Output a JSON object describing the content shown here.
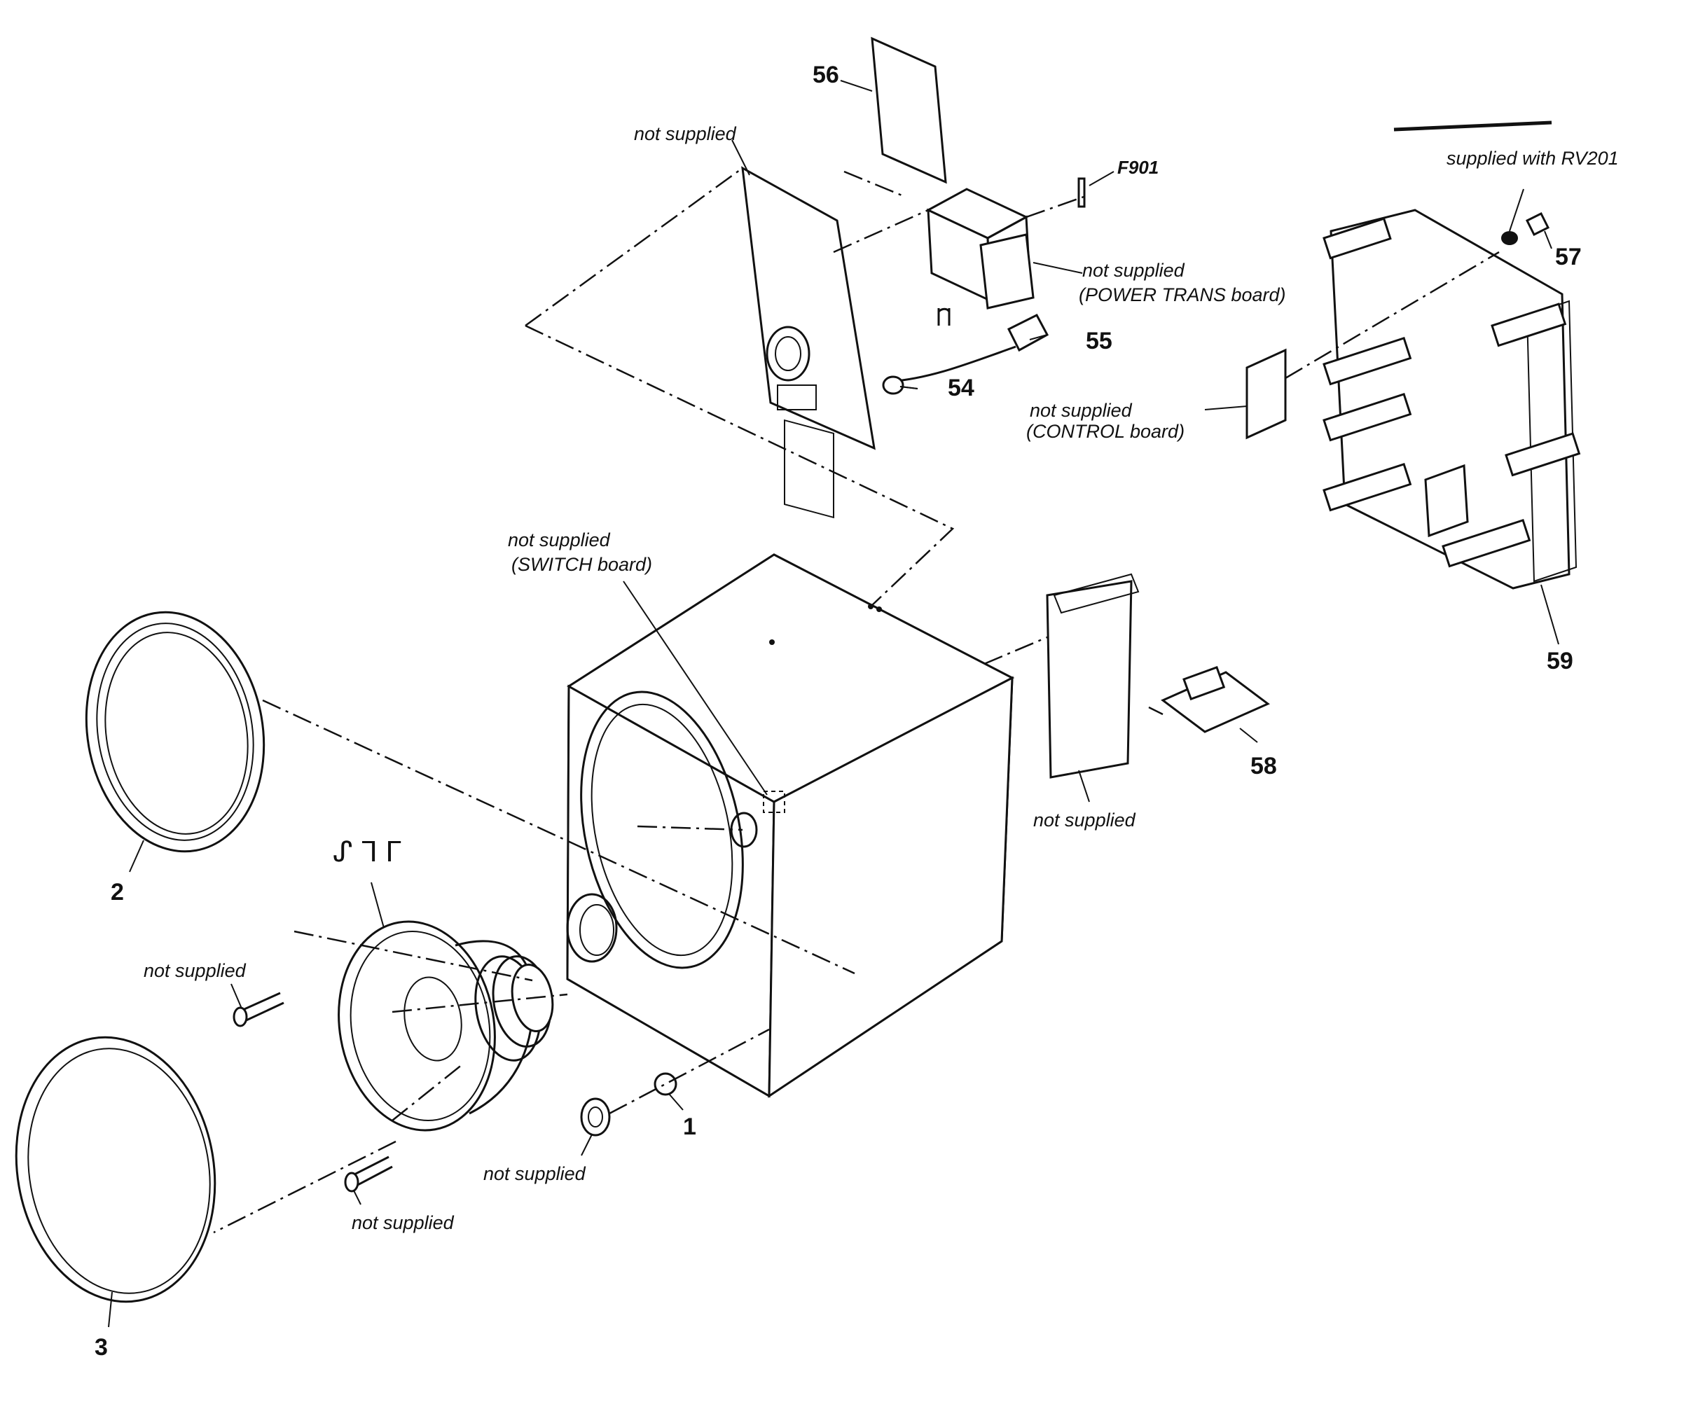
{
  "part_numbers": {
    "p1": "1",
    "p2": "2",
    "p3": "3",
    "p54": "54",
    "p55": "55",
    "p56": "56",
    "p57": "57",
    "p58": "58",
    "p59": "59",
    "f901": "F901"
  },
  "notes": {
    "not_supplied": "not supplied",
    "switch_board": "(SWITCH board)",
    "power_trans_board": "(POWER TRANS board)",
    "control_board": "(CONTROL board)",
    "supplied_with_rv201": "supplied with RV201"
  }
}
